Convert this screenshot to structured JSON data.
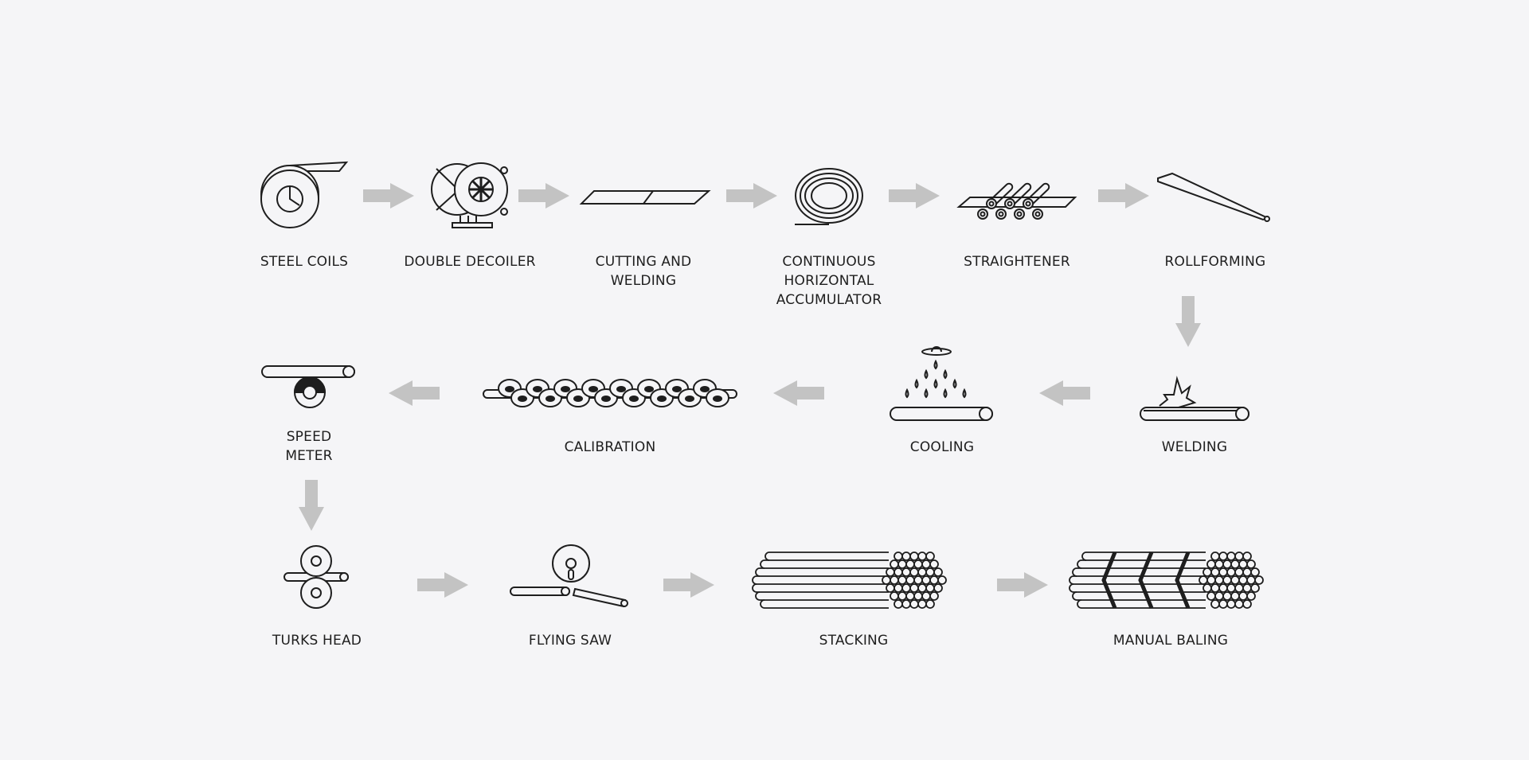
{
  "colors": {
    "background": "#f5f5f7",
    "stroke": "#1e1e1e",
    "arrow": "#c3c3c3"
  },
  "steps": [
    {
      "label": "STEEL COILS",
      "icon": "steel-coil-icon"
    },
    {
      "label": "DOUBLE DECOILER",
      "icon": "double-decoiler-icon"
    },
    {
      "label": "CUTTING AND\nWELDING",
      "icon": "cutting-welding-icon"
    },
    {
      "label": "CONTINUOUS\nHORIZONTAL\nACCUMULATOR",
      "icon": "accumulator-icon"
    },
    {
      "label": "STRAIGHTENER",
      "icon": "straightener-icon"
    },
    {
      "label": "ROLLFORMING",
      "icon": "rollforming-icon"
    },
    {
      "label": "WELDING",
      "icon": "welding-icon"
    },
    {
      "label": "COOLING",
      "icon": "cooling-icon"
    },
    {
      "label": "CALIBRATION",
      "icon": "calibration-icon"
    },
    {
      "label": "SPEED\nMETER",
      "icon": "speed-meter-icon"
    },
    {
      "label": "TURKS HEAD",
      "icon": "turks-head-icon"
    },
    {
      "label": "FLYING SAW",
      "icon": "flying-saw-icon"
    },
    {
      "label": "STACKING",
      "icon": "stacking-icon"
    },
    {
      "label": "MANUAL BALING",
      "icon": "manual-baling-icon"
    }
  ]
}
